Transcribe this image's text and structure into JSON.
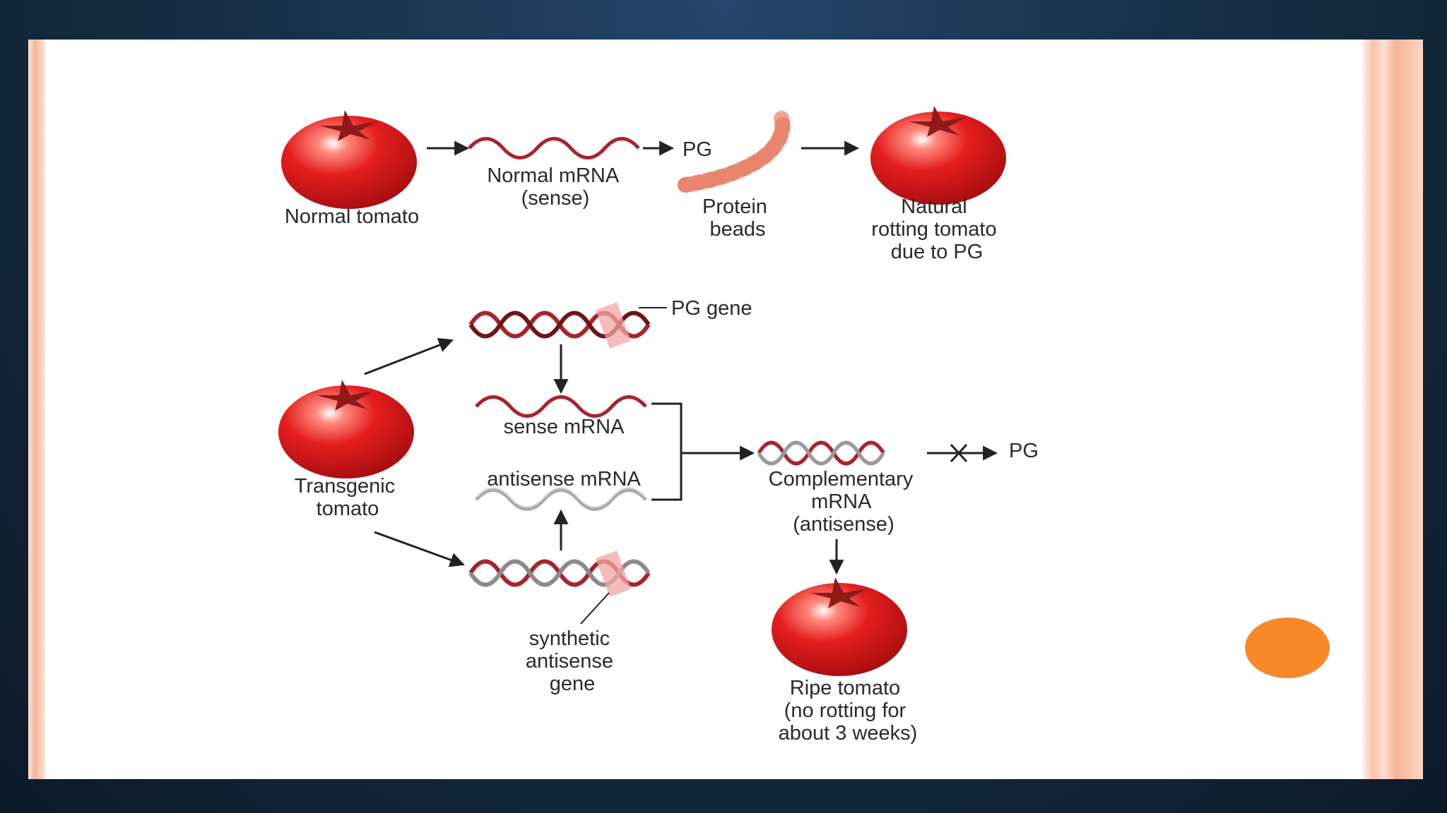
{
  "colors": {
    "background": "#14263a",
    "slide": "#ffffff",
    "stripe": "#f6b59c",
    "accent_dot": "#f7892a",
    "tomato": "#e0161b",
    "sense_strand": "#a8242a",
    "antisense_strand": "#9a9a9a",
    "pg_marker": "#f3a4a4",
    "protein_beads": "#f2a38f"
  },
  "labels": {
    "normal_tomato": "Normal tomato",
    "normal_mrna": [
      "Normal mRNA",
      "(sense)"
    ],
    "pg_top": "PG",
    "protein_beads": [
      "Protein",
      "beads"
    ],
    "natural_rotting": [
      "Natural",
      "rotting tomato",
      "due to PG"
    ],
    "pg_gene": "PG gene",
    "transgenic_tomato": [
      "Transgenic",
      "tomato"
    ],
    "sense_mrna": "sense mRNA",
    "antisense_mrna": "antisense mRNA",
    "complementary_mrna": [
      "Complementary",
      "mRNA",
      "(antisense)"
    ],
    "pg_blocked": "PG",
    "synthetic_gene": [
      "synthetic",
      "antisense",
      "gene"
    ],
    "ripe_tomato": [
      "Ripe tomato",
      "(no rotting for",
      "about 3 weeks)"
    ]
  },
  "icons": {
    "tomato": "tomato-icon",
    "mrna": "mrna-wave-icon",
    "dna": "dna-helix-icon",
    "protein": "protein-beads-icon",
    "block": "block-cross-icon"
  }
}
